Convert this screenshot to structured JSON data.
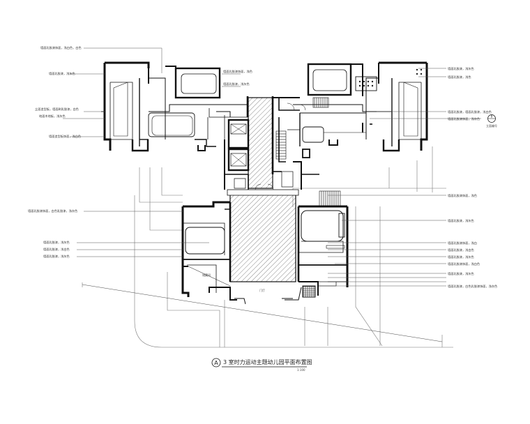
{
  "drawing": {
    "title": "3 室时力运动主题幼儿园平面布置图",
    "scale": "1:100",
    "section_symbol": "A",
    "elevation_symbol": "B",
    "elevation_sub": "立面编号"
  },
  "left_annotations": [
    "墙面乳胶漆饰面，浅白色，白色",
    "墙面乳胶漆，浅灰色",
    "立面造型板，墙面刷乳胶漆，白色",
    "地面木地板，浅灰色",
    "墙面造型板饰面，浅白色",
    "墙面乳胶漆饰面，白色乳胶漆，浅灰色",
    "墙面乳胶漆，浅灰色",
    "墙面乳胶漆，浅白色",
    "墙面乳胶漆，浅灰色"
  ],
  "top_annotations": [
    "墙面乳胶漆饰面，浅色",
    "墙面乳胶漆，浅灰色"
  ],
  "right_annotations": [
    "墙面乳胶漆，浅灰色",
    "墙面乳胶漆，浅色",
    "墙面乳胶漆，墙面乳胶漆，浅白色",
    "墙面乳胶漆饰面，浅灰色",
    "墙面乳胶漆饰面，浅色",
    "墙面乳胶漆，浅灰色",
    "墙面乳胶漆饰面，浅白",
    "墙面乳胶漆，浅白色",
    "墙面乳胶漆，浅灰色",
    "墙面乳胶漆饰面，浅白色",
    "墙面乳胶漆，浅灰色",
    "墙面乳胶漆，白色乳胶漆饰面，浅灰色"
  ],
  "room_labels": {
    "lobby": "门厅",
    "storage": "储藏间"
  }
}
